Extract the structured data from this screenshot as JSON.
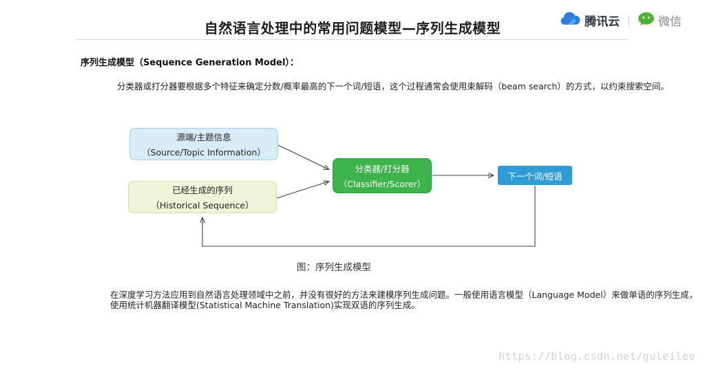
{
  "header": {
    "title": "自然语言处理中的常用问题模型—序列生成模型",
    "brand": {
      "tencent_cloud": "腾讯云",
      "separator": "|",
      "wechat": "微信"
    }
  },
  "content": {
    "section_heading": "序列生成模型（Sequence Generation Model）：",
    "intro": "分类器或打分器要根据多个特征来确定分数/概率最高的下一个词/短语，这个过程通常会使用束解码（beam search）的方式，以约束搜索空间。",
    "caption": "图：序列生成模型",
    "footer_lines": [
      "在深度学习方法应用到自然语言处理领域中之前，并没有很好的方法来建模序列生成问题。一般使用语言模型（Language Model）来做单语的序列生成，",
      "使用统计机器翻译模型(Statistical Machine Translation)实现双语的序列生成。"
    ]
  },
  "diagram": {
    "source_box": {
      "line1": "源端/主题信息",
      "line2": "（Source/Topic Information）"
    },
    "historical_box": {
      "line1": "已经生成的序列",
      "line2": "（Historical Sequence）"
    },
    "classifier_box": {
      "line1": "分类器/打分器",
      "line2": "（Classifier/Scorer）"
    },
    "next_box": {
      "label": "下一个词/短语"
    }
  },
  "colors": {
    "source_fill": "#d8ecf8",
    "source_border": "#a5cfe9",
    "historical_fill": "#eff3d8",
    "historical_border": "#d3dfa2",
    "classifier_fill": "#3cb44b",
    "classifier_border": "#1f9e43",
    "next_fill": "#2f9cd8",
    "arrow_color": "#3f3f3f",
    "tencent_blue": "#2b7de0",
    "wechat_green": "#4eb435",
    "watermark_color": "#ccd2d8"
  },
  "watermark": "https://blog.csdn.net/guleileo"
}
